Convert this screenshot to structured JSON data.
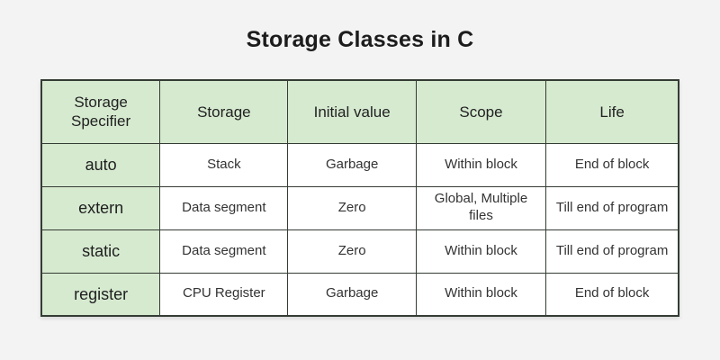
{
  "page": {
    "title": "Storage Classes in C"
  },
  "colors": {
    "page_background": "#f3f3f3",
    "header_green": "#d6ead0",
    "border": "#343c34",
    "cell_background": "#ffffff",
    "text": "#2b2b2b"
  },
  "chart_data": {
    "type": "table",
    "title": "Storage Classes in C",
    "headers": [
      "Storage Specifier",
      "Storage",
      "Initial value",
      "Scope",
      "Life"
    ],
    "rows": [
      {
        "specifier": "auto",
        "cells": [
          "Stack",
          "Garbage",
          "Within block",
          "End of block"
        ]
      },
      {
        "specifier": "extern",
        "cells": [
          "Data segment",
          "Zero",
          "Global, Multiple files",
          "Till end of program"
        ]
      },
      {
        "specifier": "static",
        "cells": [
          "Data segment",
          "Zero",
          "Within block",
          "Till end of program"
        ]
      },
      {
        "specifier": "register",
        "cells": [
          "CPU Register",
          "Garbage",
          "Within block",
          "End of block"
        ]
      }
    ]
  }
}
